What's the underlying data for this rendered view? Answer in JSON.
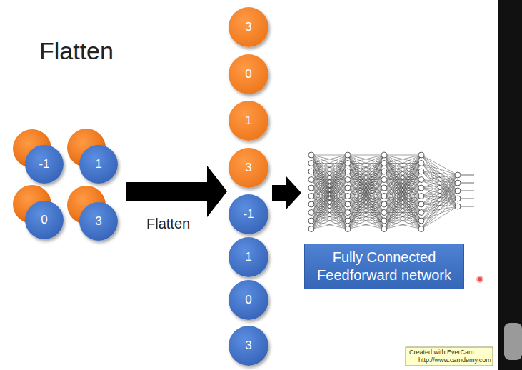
{
  "diagram": {
    "title": "Flatten",
    "nodes": [
      {
        "text": [
          "-1"
        ]
      },
      {
        "text": [
          "1"
        ]
      },
      {
        "text": [
          "0"
        ]
      },
      {
        "text": [
          "3"
        ]
      },
      {
        "text": [
          "3"
        ]
      },
      {
        "text": [
          "0"
        ]
      },
      {
        "text": [
          "1"
        ]
      },
      {
        "text": [
          "3"
        ]
      },
      {
        "text": [
          "-1"
        ]
      },
      {
        "text": [
          "1"
        ]
      },
      {
        "text": [
          "0"
        ]
      },
      {
        "text": [
          "3"
        ]
      },
      {
        "text": [
          "Fully Connected Feedforward network"
        ]
      }
    ],
    "labels": [
      "Flatten",
      "Created with EverCam.",
      "http://www.camdemy.com"
    ]
  }
}
